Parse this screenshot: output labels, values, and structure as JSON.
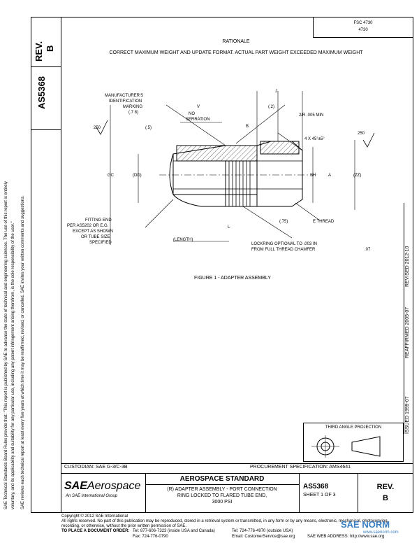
{
  "side": {
    "rev_label": "REV.",
    "rev_value": "B",
    "doc_number": "AS5368"
  },
  "left_notes": {
    "line1": "SAE Technical Standards Board Rules provide that: \"This report is published by SAE to advance the state of technical and engineering sciences. The use of this report is entirely",
    "line2": "voluntary, and its applicability and suitability for any particular use, including any patent infringement arising therefrom, is the sole responsibility of the user.\"",
    "line3": "SAE reviews each technical report at least every five years at which time it may be reaffirmed, revised, or cancelled. SAE invites your written comments and suggestions."
  },
  "right_notes": {
    "issued": "ISSUED 1999-07",
    "reaffirmed": "REAFFIRMED 2005-07",
    "revised": "REVISED 2012-10"
  },
  "fsc": {
    "line1": "FSC 4730",
    "line2": "4730"
  },
  "rationale": {
    "heading": "RATIONALE",
    "text": "CORRECT MAXIMUM WEIGHT AND UPDATE FORMAT. ACTUAL PART WEIGHT EXCEEDED MAXIMUM WEIGHT"
  },
  "drawing": {
    "labels": {
      "manufacturer": "MANUFACTURER'S",
      "identification": "IDENTIFICATION",
      "marking": "MARKING",
      "marking_dim": "(.7 8)",
      "no_serration": "NO",
      "no_serration2": "SERRATION",
      "v": "V",
      "j": "J",
      "j_dim": "(.2)",
      "b": "B",
      "radius": "2/R .005 MIN",
      "k_dim": "(.5)",
      "angle": "4 X 45°±5°",
      "f250_left": "250",
      "f250_right": "250",
      "gc": "GC",
      "dd": "(DD)",
      "sh": "SH",
      "a": "A",
      "zz": "(ZZ)",
      "fitting1": "FITTING END",
      "fitting2": "PER AS5202 OR E.G.",
      "fitting3": "EXCEPT AS SHOWN",
      "fitting4": "OR TUBE SIZE",
      "fitting5": "SPECIFIED",
      "l": "L",
      "dim_075": "(.75)",
      "thread": "E THREAD",
      "length": "(LENGTH)",
      "lock1": "LOCKRING OPTIONAL TO .003 IN",
      "lock2": "FROM FULL THREAD CHAMFER",
      "dim_07": ".07",
      "figure": "FIGURE 1 - ADAPTER ASSEMBLY"
    }
  },
  "projection": {
    "label": "THIRD ANGLE PROJECTION"
  },
  "title_block": {
    "custodian": "CUSTODIAN: SAE G-3/C-3B",
    "procurement": "PROCUREMENT SPECIFICATION: AMS4641",
    "sae_brand": "SAE",
    "aerospace": "Aerospace",
    "sae_tagline": "An SAE International Group",
    "standard": "AEROSPACE STANDARD",
    "title1": "(R) ADAPTER ASSEMBLY - PORT CONNECTION",
    "title2": "RING LOCKED TO FLARED TUBE END,",
    "title3": "3000 PSI",
    "doc_number": "AS5368",
    "sheet": "SHEET 1 OF 3",
    "rev_label": "REV.",
    "rev_value": "B"
  },
  "footer": {
    "copyright": "Copyright © 2012 SAE International",
    "rights": "All rights reserved. No part of this publication may be reproduced, stored in a retrieval system or transmitted, in any form or by any means, electronic, mechanical, photocopying,",
    "rights2": "recording, or otherwise, without the prior written permission of SAE.",
    "order": "TO PLACE A DOCUMENT ORDER:",
    "tel1": "Tel: 877-606-7323 (inside USA and Canada)",
    "tel2": "Tel: 724-776-4970 (outside USA)",
    "fax": "Fax: 724-776-0790",
    "email": "Email: CustomerService@sae.org",
    "web": "SAE WEB ADDRESS: http://www.sae.org"
  },
  "watermark": {
    "brand": "SAE NORM",
    "url": "www.saenorm.com"
  }
}
